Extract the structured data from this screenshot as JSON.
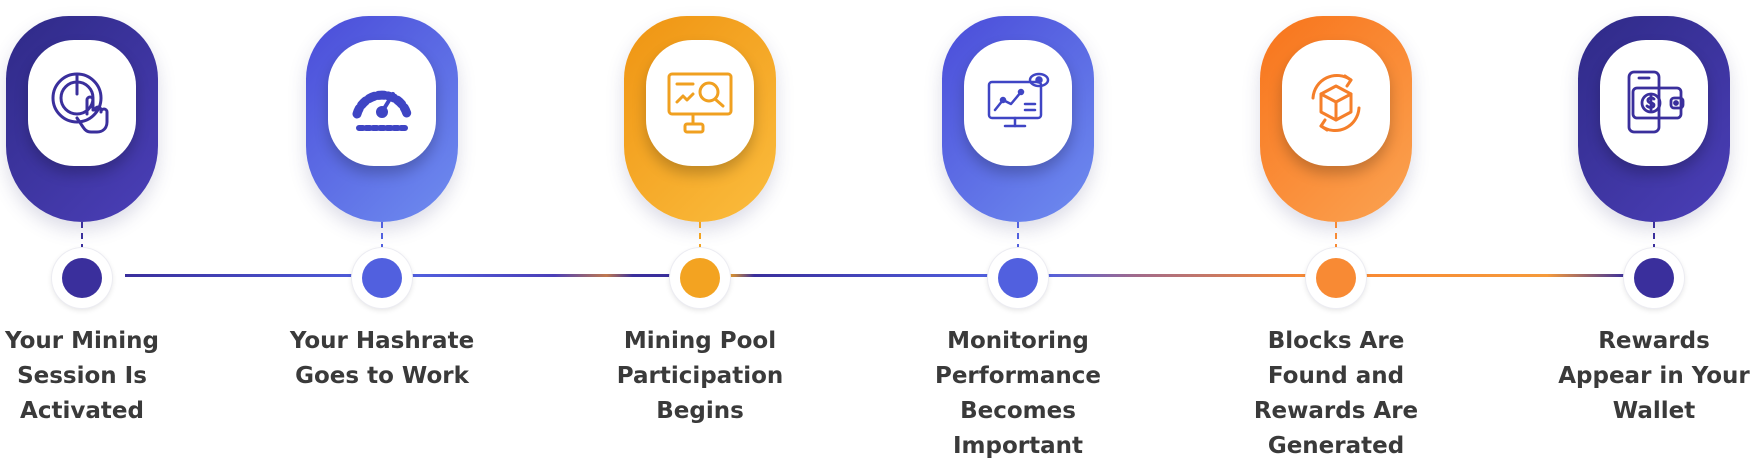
{
  "steps": [
    {
      "icon": "power-touch-icon",
      "title_lines": [
        "Your Mining",
        "Session Is",
        "Activated"
      ],
      "colors": {
        "from": "#2f2a87",
        "to": "#4b3fb8",
        "dot": "#3a2f9c"
      }
    },
    {
      "icon": "speedometer-icon",
      "title_lines": [
        "Your Hashrate",
        "Goes to Work"
      ],
      "colors": {
        "from": "#4a4cd9",
        "to": "#6f8df0",
        "dot": "#5160df"
      }
    },
    {
      "icon": "monitor-search-icon",
      "title_lines": [
        "Mining Pool",
        "Participation",
        "Begins"
      ],
      "colors": {
        "from": "#ef9412",
        "to": "#fbbd3e",
        "dot": "#f3a321"
      }
    },
    {
      "icon": "monitor-analytics-icon",
      "title_lines": [
        "Monitoring",
        "Performance",
        "Becomes",
        "Important"
      ],
      "colors": {
        "from": "#4a4cd9",
        "to": "#6f8df0",
        "dot": "#5160df"
      }
    },
    {
      "icon": "block-cycle-icon",
      "title_lines": [
        "Blocks Are",
        "Found and",
        "Rewards Are",
        "Generated"
      ],
      "colors": {
        "from": "#f8741b",
        "to": "#fba352",
        "dot": "#f88a34"
      }
    },
    {
      "icon": "wallet-phone-icon",
      "title_lines": [
        "Rewards",
        "Appear in Your",
        "Wallet"
      ],
      "colors": {
        "from": "#2f2a87",
        "to": "#4b3fb8",
        "dot": "#3a2f9c"
      }
    }
  ]
}
